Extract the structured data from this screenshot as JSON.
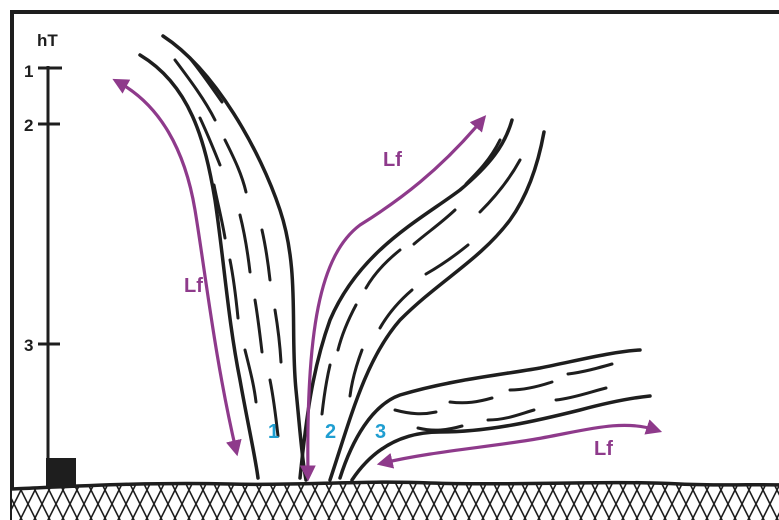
{
  "scale": {
    "title": "hT",
    "ticks": [
      "1",
      "2",
      "3"
    ]
  },
  "arrow_labels": [
    "Lf",
    "Lf",
    "Lf"
  ],
  "stem_labels": [
    "1",
    "2",
    "3"
  ],
  "colors": {
    "stroke": "#1e1e1e",
    "arrow": "#8e3a8b",
    "stem_number": "#1f9ed1",
    "background": "#ffffff"
  }
}
